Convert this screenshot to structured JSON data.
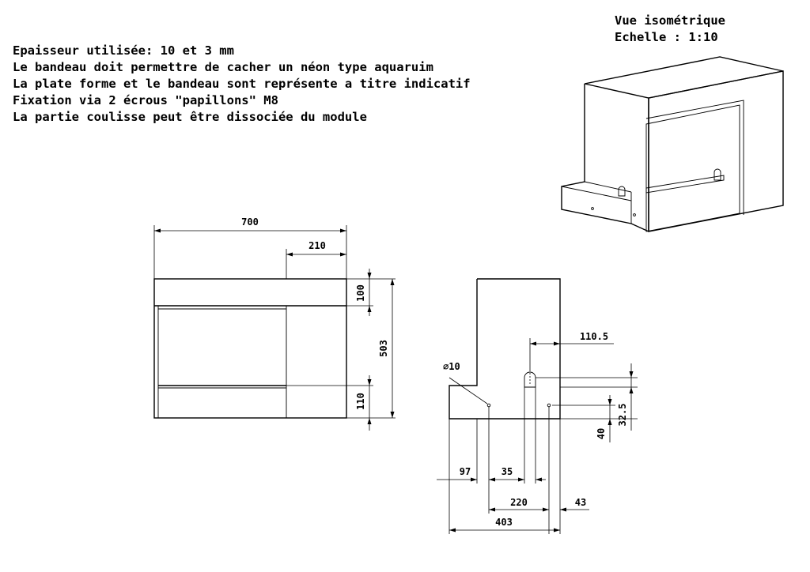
{
  "header": {
    "view_title": "Vue isométrique",
    "scale_label": "Echelle :  1:10"
  },
  "notes": [
    "Epaisseur utilisée: 10 et 3 mm",
    "Le bandeau doit permettre de cacher un néon type aquaruim",
    "La plate forme et le bandeau sont représente a titre indicatif",
    "Fixation via 2 écrous \"papillons\" M8",
    "La partie coulisse peut être dissociée du module"
  ],
  "front_view": {
    "width": "700",
    "right_part": "210",
    "top_band": "100",
    "height": "503",
    "bottom_band": "110"
  },
  "side_view": {
    "offset_top": "110.5",
    "hole_diameter": "∅10",
    "hole_offset_40": "40",
    "hole_offset_32_5": "32.5",
    "left_97": "97",
    "slot_35": "35",
    "between_220": "220",
    "right_43": "43",
    "total_403": "403"
  },
  "colors": {
    "line": "#000000",
    "background": "#ffffff"
  }
}
